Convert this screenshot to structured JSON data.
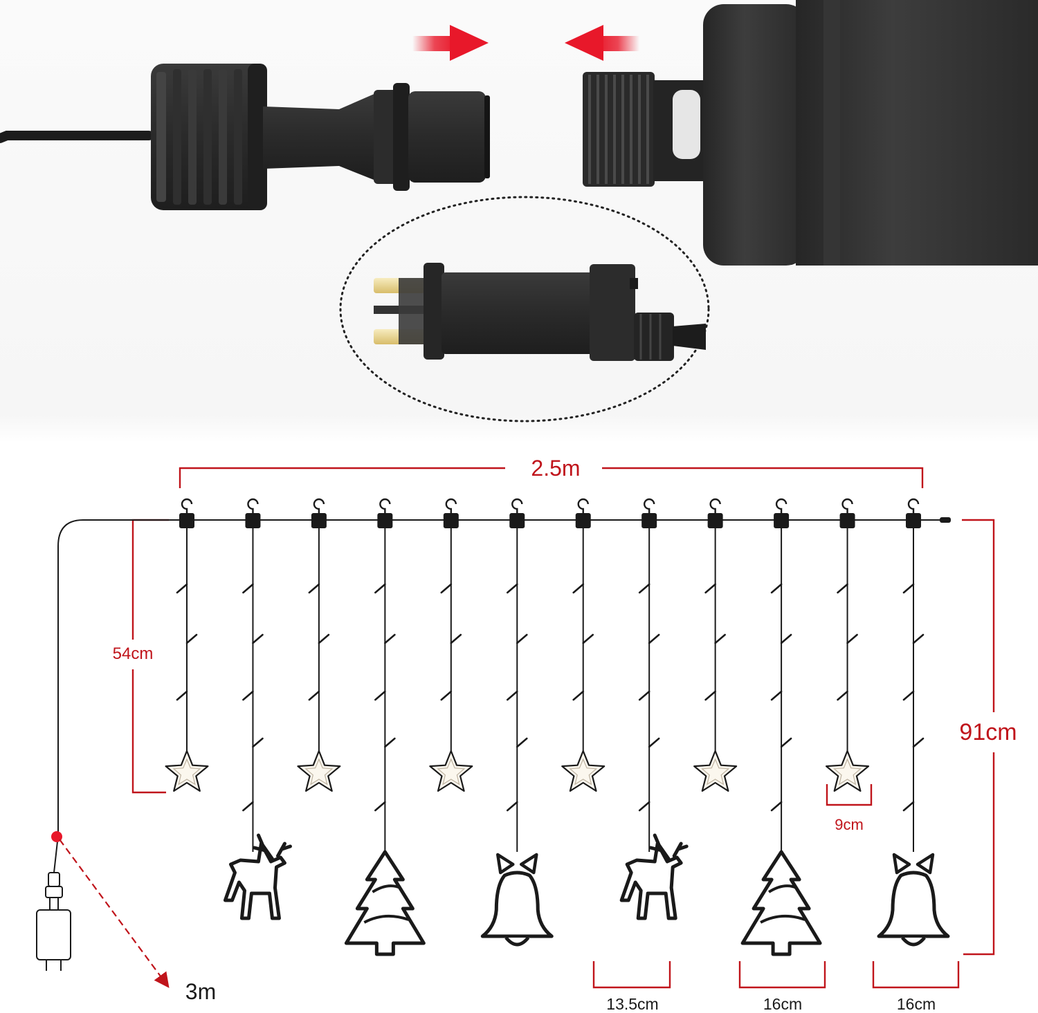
{
  "labels": {
    "total_width": "2.5m",
    "star_drop": "54cm",
    "full_drop": "91cm",
    "star_size": "9cm",
    "lead_cable": "3m",
    "reindeer_width": "13.5cm",
    "tree_width": "16cm",
    "bell_width": "16cm"
  },
  "colors": {
    "dimension": "#c0141b",
    "cable": "#1a1a1a",
    "connector_body": "#2c2c2c",
    "plug_pins": "#e9d48f"
  },
  "strands": {
    "count": 12,
    "pendants": [
      "star",
      "reindeer",
      "star",
      "tree",
      "star",
      "bell",
      "star",
      "reindeer",
      "star",
      "tree",
      "star",
      "bell"
    ]
  },
  "icons": [
    "connector-arrow-icon",
    "hook-icon",
    "star-icon",
    "reindeer-icon",
    "tree-icon",
    "bell-icon",
    "plug-adapter-icon"
  ]
}
